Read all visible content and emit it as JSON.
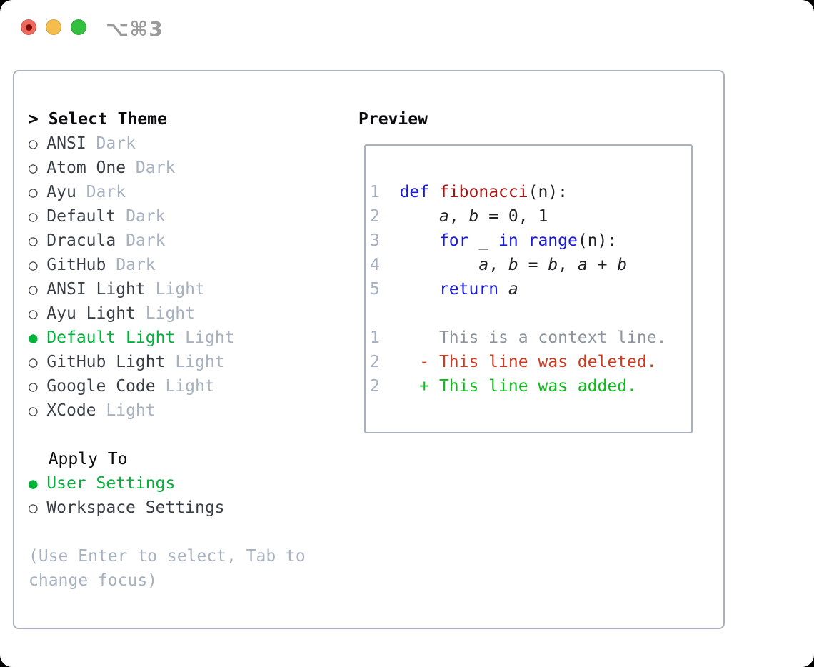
{
  "window": {
    "title": "⌥⌘3"
  },
  "icons": {
    "caret": ">",
    "radio_selected": "●",
    "radio_unselected": "○"
  },
  "select_theme": {
    "header": "Select Theme",
    "items": [
      {
        "name": "ANSI",
        "variant": "Dark",
        "selected": false
      },
      {
        "name": "Atom One",
        "variant": "Dark",
        "selected": false
      },
      {
        "name": "Ayu",
        "variant": "Dark",
        "selected": false
      },
      {
        "name": "Default",
        "variant": "Dark",
        "selected": false
      },
      {
        "name": "Dracula",
        "variant": "Dark",
        "selected": false
      },
      {
        "name": "GitHub",
        "variant": "Dark",
        "selected": false
      },
      {
        "name": "ANSI Light",
        "variant": "Light",
        "selected": false
      },
      {
        "name": "Ayu Light",
        "variant": "Light",
        "selected": false
      },
      {
        "name": "Default Light",
        "variant": "Light",
        "selected": true
      },
      {
        "name": "GitHub Light",
        "variant": "Light",
        "selected": false
      },
      {
        "name": "Google Code",
        "variant": "Light",
        "selected": false
      },
      {
        "name": "XCode",
        "variant": "Light",
        "selected": false
      }
    ]
  },
  "apply_to": {
    "header": "Apply To",
    "items": [
      {
        "label": "User Settings",
        "selected": true
      },
      {
        "label": "Workspace Settings",
        "selected": false
      }
    ]
  },
  "hint": "(Use Enter to select, Tab to change focus)",
  "preview": {
    "header": "Preview",
    "lines": [
      [
        {
          "t": "1",
          "c": "num"
        },
        {
          "t": "  ",
          "c": "pl"
        },
        {
          "t": "def",
          "c": "kw"
        },
        {
          "t": " ",
          "c": "pl"
        },
        {
          "t": "fibonacci",
          "c": "fn"
        },
        {
          "t": "(n):",
          "c": "pl"
        }
      ],
      [
        {
          "t": "2",
          "c": "num"
        },
        {
          "t": "      ",
          "c": "pl"
        },
        {
          "t": "a",
          "c": "var"
        },
        {
          "t": ", ",
          "c": "pl"
        },
        {
          "t": "b",
          "c": "var"
        },
        {
          "t": " = 0, 1",
          "c": "pl"
        }
      ],
      [
        {
          "t": "3",
          "c": "num"
        },
        {
          "t": "      ",
          "c": "pl"
        },
        {
          "t": "for",
          "c": "kw"
        },
        {
          "t": " _ ",
          "c": "pl"
        },
        {
          "t": "in",
          "c": "kw"
        },
        {
          "t": " ",
          "c": "pl"
        },
        {
          "t": "range",
          "c": "kw"
        },
        {
          "t": "(n):",
          "c": "pl"
        }
      ],
      [
        {
          "t": "4",
          "c": "num"
        },
        {
          "t": "          ",
          "c": "pl"
        },
        {
          "t": "a",
          "c": "var"
        },
        {
          "t": ", ",
          "c": "pl"
        },
        {
          "t": "b",
          "c": "var"
        },
        {
          "t": " = ",
          "c": "pl"
        },
        {
          "t": "b",
          "c": "var"
        },
        {
          "t": ", ",
          "c": "pl"
        },
        {
          "t": "a",
          "c": "var"
        },
        {
          "t": " + ",
          "c": "pl"
        },
        {
          "t": "b",
          "c": "var"
        }
      ],
      [
        {
          "t": "5",
          "c": "num"
        },
        {
          "t": "      ",
          "c": "pl"
        },
        {
          "t": "return",
          "c": "kw"
        },
        {
          "t": " ",
          "c": "pl"
        },
        {
          "t": "a",
          "c": "var"
        }
      ],
      [],
      [
        {
          "t": "1",
          "c": "num"
        },
        {
          "t": "      This is a context line.",
          "c": "ctx"
        }
      ],
      [
        {
          "t": "2",
          "c": "num"
        },
        {
          "t": "    ",
          "c": "pl"
        },
        {
          "t": "- This line was deleted.",
          "c": "del"
        }
      ],
      [
        {
          "t": "2",
          "c": "num"
        },
        {
          "t": "    ",
          "c": "pl"
        },
        {
          "t": "+ This line was added.",
          "c": "add"
        }
      ]
    ]
  },
  "colors": {
    "window_bg": "#ffffff",
    "border_gray": "#a9b1bc",
    "heading_black": "#0a0b0d",
    "text_dark": "#383e46",
    "code_black": "#1d2025",
    "dim_gray": "#a7b1bf",
    "accent_green": "#00b23a",
    "added_green": "#12ba1f",
    "deleted_red": "#cd3b22",
    "keyword_blue": "#1a1ad9",
    "function_red": "#a81414",
    "line_number_gray": "#a4aec0",
    "context_gray": "#8e949b",
    "title_gray": "#9a9a9a",
    "traffic_red": "#ee6a5f",
    "traffic_red_dot": "#7f0c04",
    "traffic_yellow": "#f5bd4c",
    "traffic_green": "#33c03f"
  }
}
